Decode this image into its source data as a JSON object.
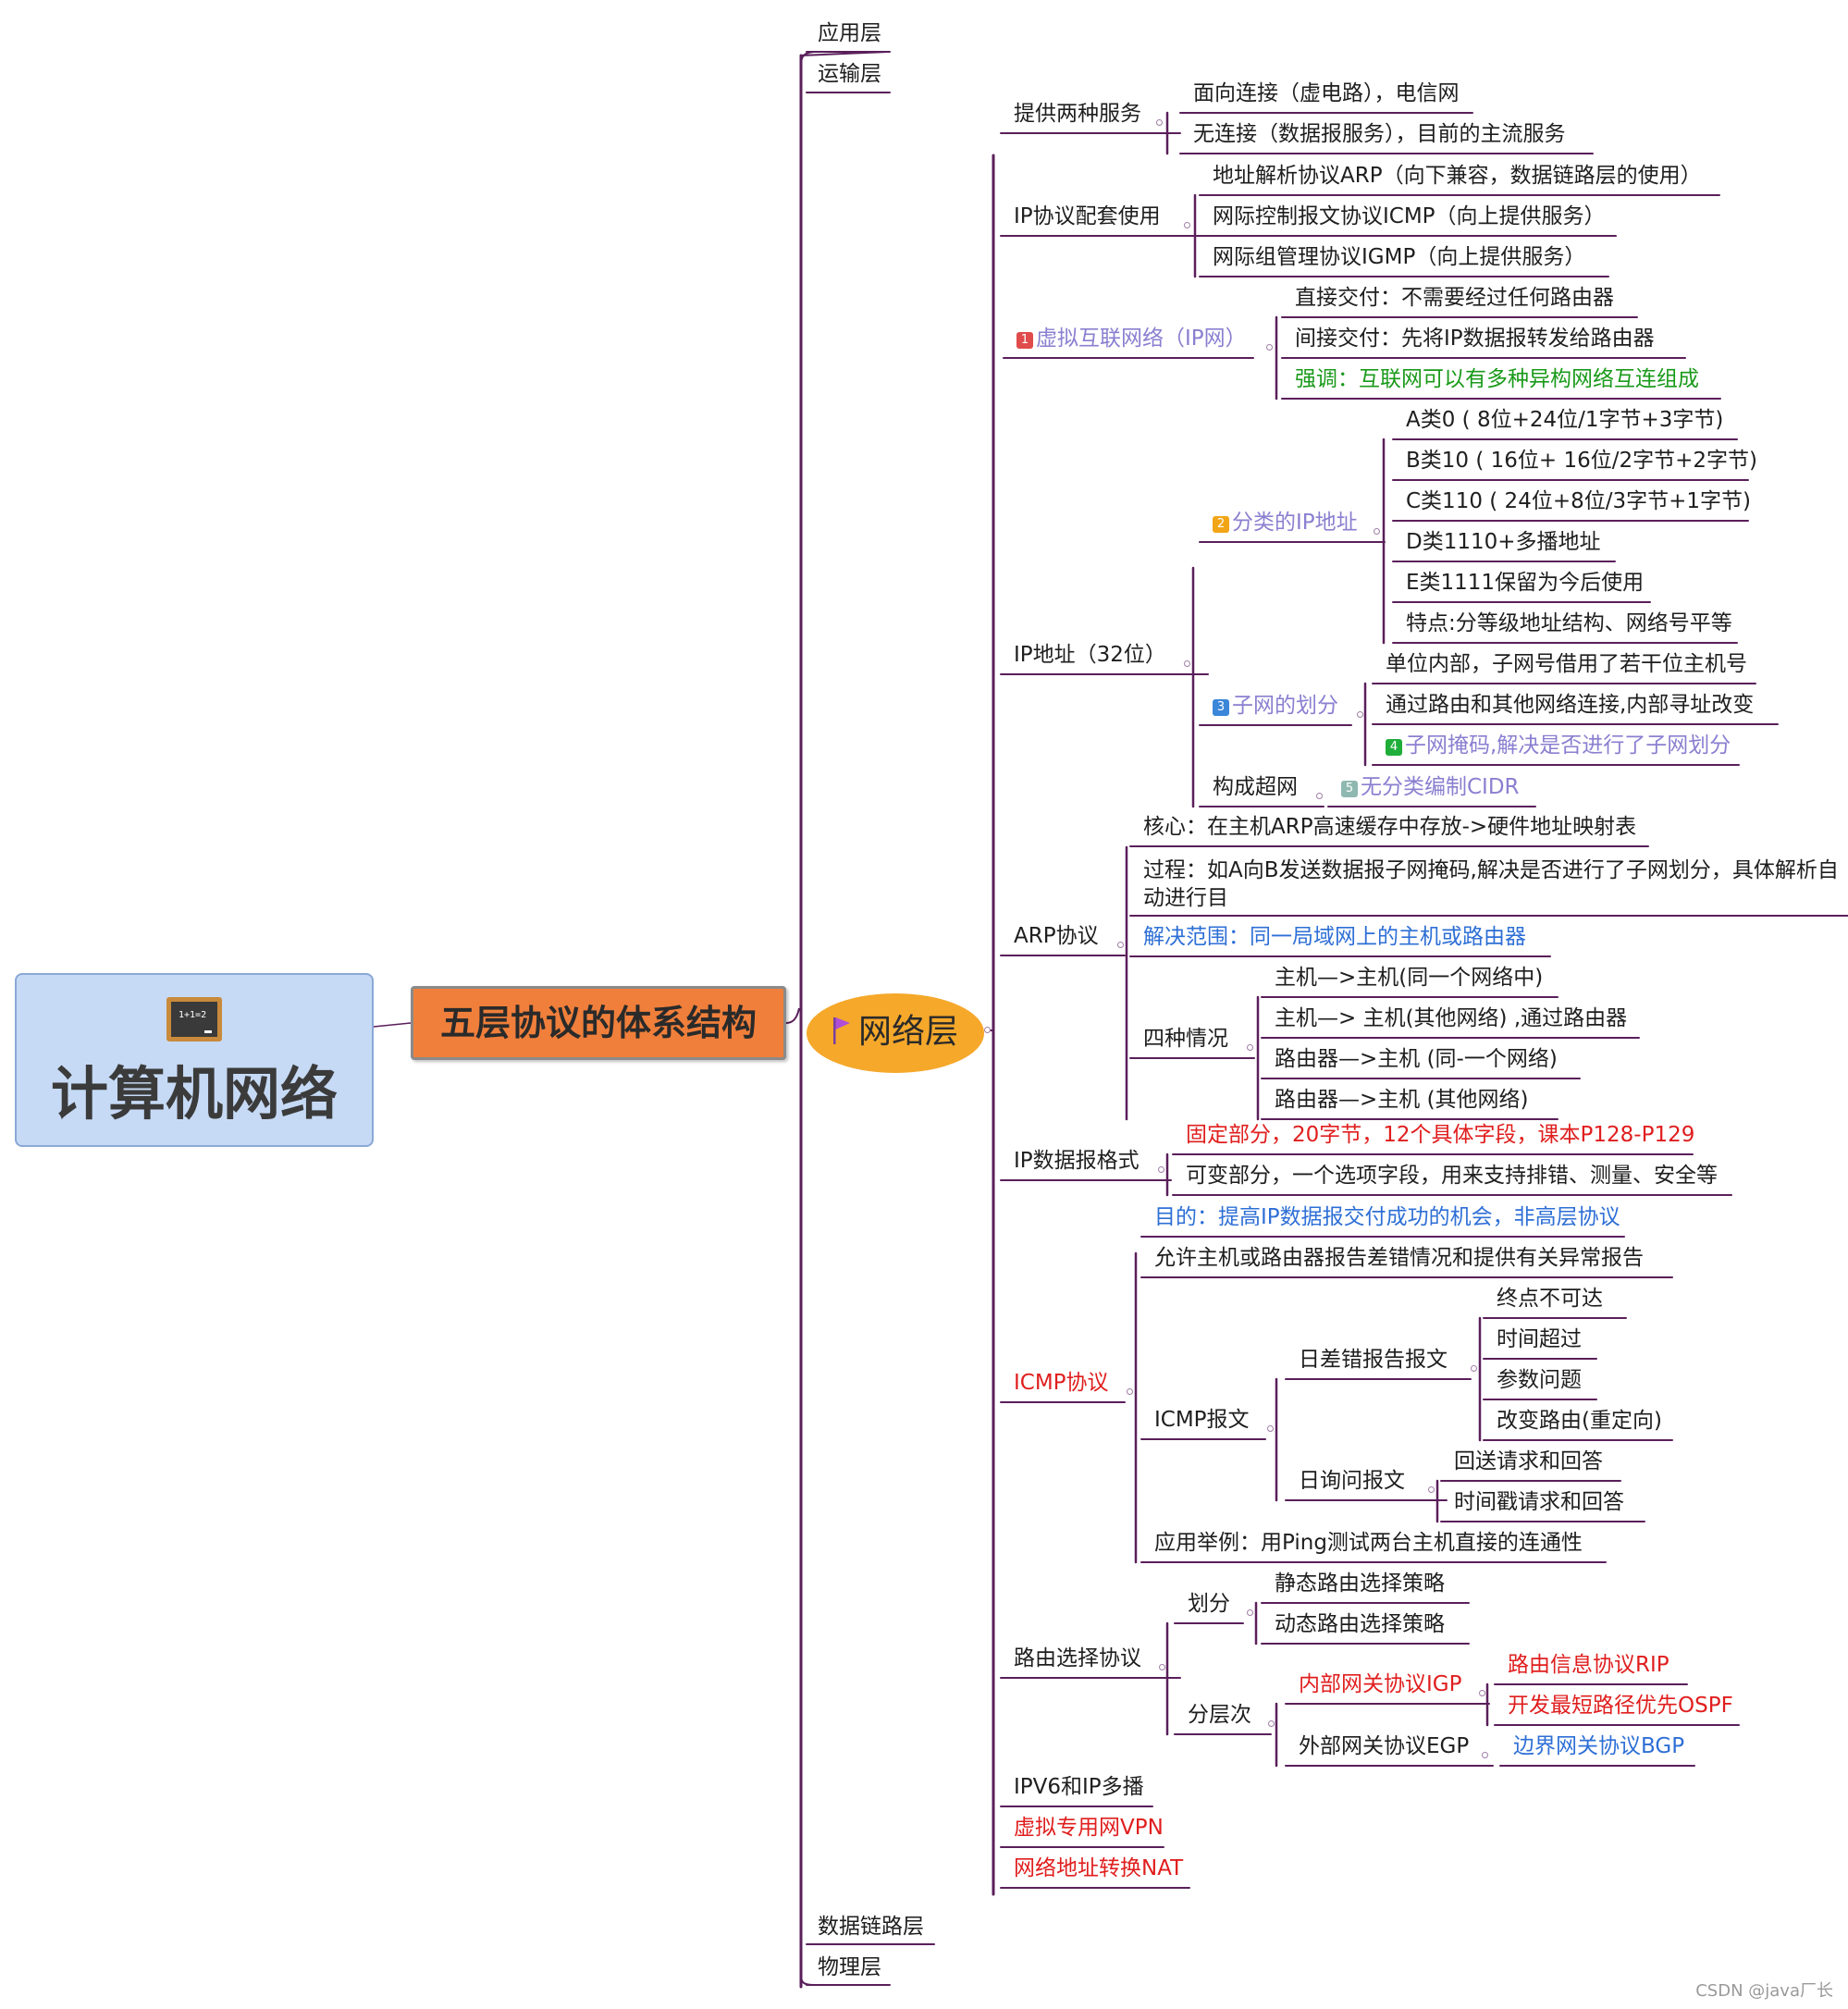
{
  "colors": {
    "line": "#5a1f5a",
    "root_bg": "#c6daf5",
    "l1_bg": "#f07f3b",
    "l2_bg": "#f5a82a",
    "red": "#e01e1e",
    "blue": "#2e6fd6",
    "purple": "#8a7fd0",
    "green": "#1a9a1a",
    "gray": "#1e1e1e"
  },
  "root": {
    "title": "计算机网络",
    "icon": "chalkboard-icon",
    "icon_text": "1+1=2"
  },
  "level1": {
    "title": "五层协议的体系结构"
  },
  "layers": [
    "应用层",
    "运输层",
    "网络层",
    "数据链路层",
    "物理层"
  ],
  "network_layer": {
    "title": "网络层",
    "icon": "flag-icon",
    "nodes": [
      {
        "id": "svc",
        "text": "提供两种服务"
      },
      {
        "id": "svc1",
        "text": "面向连接（虚电路），电信网"
      },
      {
        "id": "svc2",
        "text": "无连接（数据报服务），目前的主流服务"
      },
      {
        "id": "ipk",
        "text": "IP协议配套使用"
      },
      {
        "id": "ipk1",
        "text": "地址解析协议ARP（向下兼容，数据链路层的使用）"
      },
      {
        "id": "ipk2",
        "text": "网际控制报文协议ICMP（向上提供服务）"
      },
      {
        "id": "ipk3",
        "text": "网际组管理协议IGMP（向上提供服务）"
      },
      {
        "id": "vnet",
        "text": "虚拟互联网络（IP网）",
        "badge": "1",
        "badge_color": "#e04b4b"
      },
      {
        "id": "vnet1",
        "text": "直接交付：不需要经过任何路由器"
      },
      {
        "id": "vnet2",
        "text": "间接交付：先将IP数据报转发给路由器"
      },
      {
        "id": "vnet3",
        "text": "强调：互联网可以有多种异构网络互连组成"
      },
      {
        "id": "ipaddr",
        "text": "IP地址（32位）"
      },
      {
        "id": "cls",
        "text": "分类的IP地址",
        "badge": "2",
        "badge_color": "#f2a516"
      },
      {
        "id": "cls1",
        "text": "A类0 ( 8位+24位/1字节+3字节)"
      },
      {
        "id": "cls2",
        "text": "B类10 ( 16位+ 16位/2字节+2字节)"
      },
      {
        "id": "cls3",
        "text": "C类110 ( 24位+8位/3字节+1字节)"
      },
      {
        "id": "cls4",
        "text": "D类1110+多播地址"
      },
      {
        "id": "cls5",
        "text": "E类1111保留为今后使用"
      },
      {
        "id": "cls6",
        "text": "特点:分等级地址结构、网络号平等"
      },
      {
        "id": "sub",
        "text": "子网的划分",
        "badge": "3",
        "badge_color": "#3a86d9"
      },
      {
        "id": "sub1",
        "text": "单位内部，子网号借用了若干位主机号"
      },
      {
        "id": "sub2",
        "text": "通过路由和其他网络连接,内部寻址改变"
      },
      {
        "id": "sub3",
        "text": "子网掩码,解决是否进行了子网划分",
        "badge": "4",
        "badge_color": "#1fae3a"
      },
      {
        "id": "sup",
        "text": "构成超网"
      },
      {
        "id": "sup1",
        "text": "无分类编制CIDR",
        "badge": "5",
        "badge_color": "#8fb8b0"
      },
      {
        "id": "arp",
        "text": "ARP协议"
      },
      {
        "id": "arp1",
        "text": "核心：在主机ARP高速缓存中存放->硬件地址映射表"
      },
      {
        "id": "arp2",
        "text": "过程：如A向B发送数据报子网掩码,解决是否进行了子网划分，具体解析自动进行目"
      },
      {
        "id": "arp3",
        "text": "解决范围：同一局域网上的主机或路由器"
      },
      {
        "id": "arp4",
        "text": "四种情况"
      },
      {
        "id": "arp41",
        "text": "主机—>主机(同一个网络中)"
      },
      {
        "id": "arp42",
        "text": "主机—> 主机(其他网络) ,通过路由器"
      },
      {
        "id": "arp43",
        "text": "路由器—>主机 (同-一个网络)"
      },
      {
        "id": "arp44",
        "text": "路由器—>主机 (其他网络)"
      },
      {
        "id": "dg",
        "text": "IP数据报格式"
      },
      {
        "id": "dg1",
        "text": "固定部分，20字节，12个具体字段，课本P128-P129"
      },
      {
        "id": "dg2",
        "text": "可变部分，一个选项字段，用来支持排错、测量、安全等"
      },
      {
        "id": "icmp",
        "text": "ICMP协议"
      },
      {
        "id": "icmp1",
        "text": "目的：提高IP数据报交付成功的机会，非高层协议"
      },
      {
        "id": "icmp2",
        "text": "允许主机或路由器报告差错情况和提供有关异常报告"
      },
      {
        "id": "icmp3",
        "text": "ICMP报文"
      },
      {
        "id": "icmp31",
        "text": "日差错报告报文"
      },
      {
        "id": "icmp311",
        "text": "终点不可达"
      },
      {
        "id": "icmp312",
        "text": "时间超过"
      },
      {
        "id": "icmp313",
        "text": "参数问题"
      },
      {
        "id": "icmp314",
        "text": "改变路由(重定向)"
      },
      {
        "id": "icmp32",
        "text": "日询问报文"
      },
      {
        "id": "icmp321",
        "text": "回送请求和回答"
      },
      {
        "id": "icmp322",
        "text": "时间戳请求和回答"
      },
      {
        "id": "icmp4",
        "text": "应用举例：用Ping测试两台主机直接的连通性"
      },
      {
        "id": "rt",
        "text": "路由选择协议"
      },
      {
        "id": "rt1",
        "text": "划分"
      },
      {
        "id": "rt11",
        "text": "静态路由选择策略"
      },
      {
        "id": "rt12",
        "text": "动态路由选择策略"
      },
      {
        "id": "rt2",
        "text": "分层次"
      },
      {
        "id": "rt21",
        "text": "内部网关协议IGP"
      },
      {
        "id": "rt211",
        "text": "路由信息协议RIP"
      },
      {
        "id": "rt212",
        "text": "开发最短路径优先OSPF"
      },
      {
        "id": "rt22",
        "text": "外部网关协议EGP"
      },
      {
        "id": "rt221",
        "text": "边界网关协议BGP"
      },
      {
        "id": "ipv6",
        "text": "IPV6和IP多播"
      },
      {
        "id": "vpn",
        "text": "虚拟专用网VPN"
      },
      {
        "id": "nat",
        "text": "网络地址转换NAT"
      }
    ]
  },
  "watermark": "CSDN @java厂长"
}
